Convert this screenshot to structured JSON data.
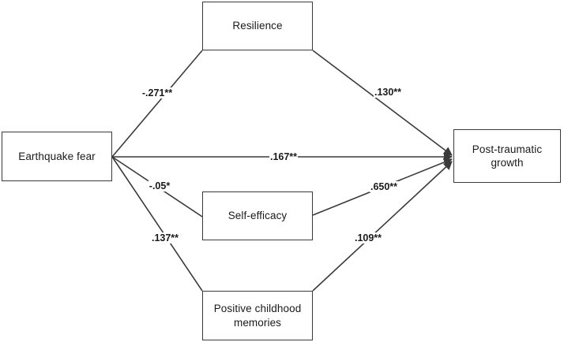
{
  "diagram": {
    "type": "path-diagram",
    "title": "",
    "background_color": "#ffffff",
    "line_color": "#3a3a3a",
    "text_color": "#1a1a1a",
    "nodes": [
      {
        "id": "earthquake_fear",
        "label": "Earthquake fear"
      },
      {
        "id": "resilience",
        "label": "Resilience"
      },
      {
        "id": "self_efficacy",
        "label": "Self-efficacy"
      },
      {
        "id": "positive_childhood_memories",
        "label": "Positive childhood\nmemories"
      },
      {
        "id": "post_traumatic_growth",
        "label": "Post-traumatic\ngrowth"
      }
    ],
    "node_labels": {
      "earthquake_fear": "Earthquake fear",
      "resilience": "Resilience",
      "self_efficacy": "Self-efficacy",
      "positive_childhood_memories_line1": "Positive childhood",
      "positive_childhood_memories_line2": "memories",
      "post_traumatic_growth_line1": "Post-traumatic",
      "post_traumatic_growth_line2": "growth"
    },
    "edges": [
      {
        "id": "ef_to_res",
        "from": "earthquake_fear",
        "to": "resilience",
        "coefficient": "-.271**",
        "value": -0.271,
        "significance": "**"
      },
      {
        "id": "res_to_ptg",
        "from": "resilience",
        "to": "post_traumatic_growth",
        "coefficient": ".130**",
        "value": 0.13,
        "significance": "**"
      },
      {
        "id": "ef_to_ptg",
        "from": "earthquake_fear",
        "to": "post_traumatic_growth",
        "coefficient": ".167**",
        "value": 0.167,
        "significance": "**"
      },
      {
        "id": "ef_to_se",
        "from": "earthquake_fear",
        "to": "self_efficacy",
        "coefficient": "-.05*",
        "value": -0.05,
        "significance": "*"
      },
      {
        "id": "se_to_ptg",
        "from": "self_efficacy",
        "to": "post_traumatic_growth",
        "coefficient": ".650**",
        "value": 0.65,
        "significance": "**"
      },
      {
        "id": "ef_to_pcm",
        "from": "earthquake_fear",
        "to": "positive_childhood_memories",
        "coefficient": ".137**",
        "value": 0.137,
        "significance": "**"
      },
      {
        "id": "pcm_to_ptg",
        "from": "positive_childhood_memories",
        "to": "post_traumatic_growth",
        "coefficient": ".109**",
        "value": 0.109,
        "significance": "**"
      }
    ],
    "edge_labels": {
      "ef_to_res": "-.271**",
      "res_to_ptg": ".130**",
      "ef_to_ptg": ".167**",
      "ef_to_se": "-.05*",
      "se_to_ptg": ".650**",
      "ef_to_pcm": ".137**",
      "pcm_to_ptg": ".109**"
    }
  }
}
